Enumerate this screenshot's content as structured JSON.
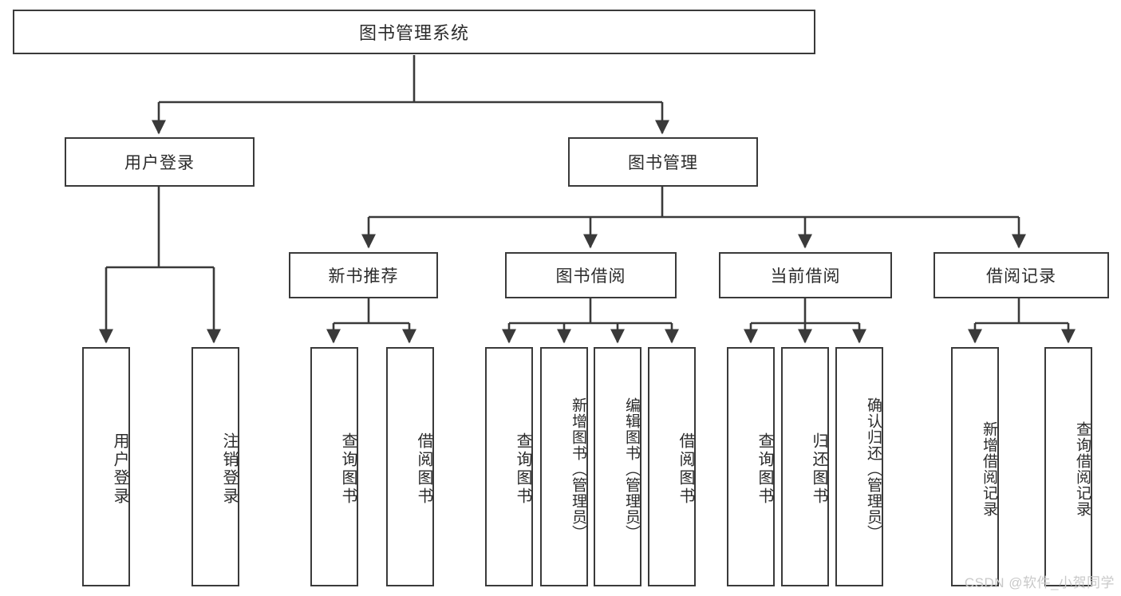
{
  "diagram": {
    "type": "tree-hierarchy",
    "title": "图书管理系统",
    "orientation": "top-down",
    "colors": {
      "box_border": "#3a3a3a",
      "box_fill": "#ffffff",
      "edge": "#3a3a3a",
      "text": "#2b2b2b",
      "watermark": "#c9c9c9",
      "background": "#ffffff"
    }
  },
  "root": {
    "label": "图书管理系统"
  },
  "level1": [
    {
      "id": "user-login",
      "label": "用户登录"
    },
    {
      "id": "book-manage",
      "label": "图书管理"
    }
  ],
  "level2": [
    {
      "id": "new-book-recommend",
      "label": "新书推荐",
      "parent": "book-manage"
    },
    {
      "id": "book-borrow",
      "label": "图书借阅",
      "parent": "book-manage"
    },
    {
      "id": "current-borrow",
      "label": "当前借阅",
      "parent": "book-manage"
    },
    {
      "id": "borrow-record",
      "label": "借阅记录",
      "parent": "book-manage"
    }
  ],
  "leaves": {
    "user_login": [
      {
        "id": "leaf-user-login",
        "label": "用户登录"
      },
      {
        "id": "leaf-logout-login",
        "label": "注销登录"
      }
    ],
    "new_book_recommend": [
      {
        "id": "leaf-query-book-1",
        "label": "查询图书"
      },
      {
        "id": "leaf-borrow-book-1",
        "label": "借阅图书"
      }
    ],
    "book_borrow": [
      {
        "id": "leaf-query-book-2",
        "label": "查询图书"
      },
      {
        "id": "leaf-add-book",
        "label": "新增图书（管理员）"
      },
      {
        "id": "leaf-edit-book",
        "label": "编辑图书（管理员）"
      },
      {
        "id": "leaf-borrow-book-2",
        "label": "借阅图书"
      }
    ],
    "current_borrow": [
      {
        "id": "leaf-query-book-3",
        "label": "查询图书"
      },
      {
        "id": "leaf-return-book",
        "label": "归还图书"
      },
      {
        "id": "leaf-confirm-return",
        "label": "确认归还（管理员）"
      }
    ],
    "borrow_record": [
      {
        "id": "leaf-add-record",
        "label": "新增借阅记录"
      },
      {
        "id": "leaf-query-record",
        "label": "查询借阅记录"
      }
    ]
  },
  "watermark": {
    "text": "CSDN @软件_小贺同学"
  }
}
